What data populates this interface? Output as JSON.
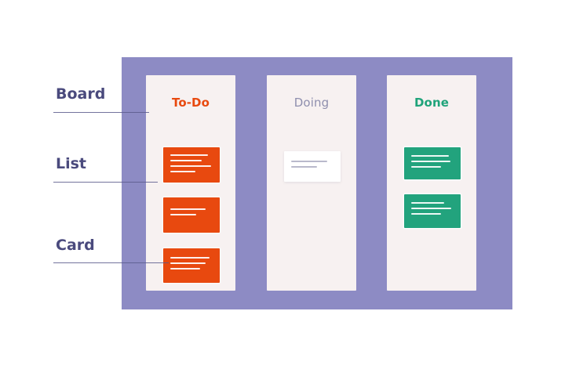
{
  "palette": {
    "page_background": "#ffffff",
    "board_background": "#8d8bc4",
    "list_background": "#f7f1f1",
    "todo_accent": "#e8490f",
    "doing_accent": "#8f8fae",
    "done_accent": "#1fa37a",
    "annotation_text": "#4a4a7d",
    "annotation_line": "#5a5a8c",
    "card_white": "#ffffff",
    "card_line_light": "#ffffff",
    "card_line_gray": "#b9b9cb"
  },
  "annotations": [
    {
      "label": "Board",
      "target": "board-container"
    },
    {
      "label": "List",
      "target": "list-todo"
    },
    {
      "label": "Card",
      "target": "card-todo-3"
    }
  ],
  "board": {
    "lists": [
      {
        "id": "todo",
        "title": "To-Do",
        "title_color": "#e8490f",
        "card_color": "#e8490f",
        "card_count": 3,
        "cards": [
          {
            "id": "card-todo-1",
            "line_count": 4,
            "line_widths": [
              "88%",
              "74%",
              "96%",
              "60%"
            ]
          },
          {
            "id": "card-todo-2",
            "line_count": 2,
            "line_widths": [
              "84%",
              "62%"
            ]
          },
          {
            "id": "card-todo-3",
            "line_count": 3,
            "line_widths": [
              "92%",
              "84%",
              "70%"
            ]
          }
        ]
      },
      {
        "id": "doing",
        "title": "Doing",
        "title_color": "#8f8fae",
        "card_color": "#ffffff",
        "card_count": 1,
        "cards": [
          {
            "id": "card-doing-1",
            "line_count": 2,
            "line_widths": [
              "86%",
              "62%"
            ]
          }
        ]
      },
      {
        "id": "done",
        "title": "Done",
        "title_color": "#1fa37a",
        "card_color": "#22a37d",
        "card_count": 2,
        "cards": [
          {
            "id": "card-done-1",
            "line_count": 3,
            "line_widths": [
              "88%",
              "92%",
              "70%"
            ]
          },
          {
            "id": "card-done-2",
            "line_count": 3,
            "line_widths": [
              "78%",
              "94%",
              "70%"
            ]
          }
        ]
      }
    ]
  }
}
